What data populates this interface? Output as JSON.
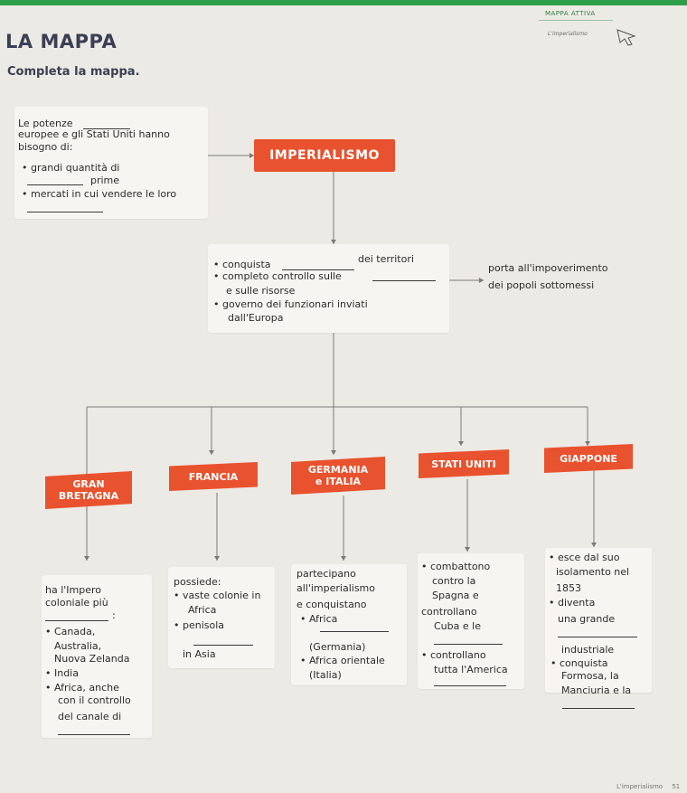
{
  "header": {
    "title": "LA MAPPA",
    "subtitle": "Completa la mappa.",
    "tag": "MAPPA ATTIVA",
    "tag_subtitle": "L'imperialismo"
  },
  "intro_box": {
    "line1": "Le potenze",
    "line2": "europee e gli Stati Uniti hanno",
    "line3": "bisogno di:",
    "bullet1": "• grandi quantità di",
    "bullet1_tail": "prime",
    "bullet2": "• mercati in cui vendere le loro"
  },
  "center": {
    "title": "IMPERIALISMO"
  },
  "mid_box": {
    "l1": "• conquista",
    "l1_tail": "dei territori",
    "l2": "• completo controllo sulle",
    "l3": "e sulle risorse",
    "l4": "• governo dei funzionari inviati",
    "l5": "dall'Europa"
  },
  "consequence": {
    "l1": "porta all'impoverimento",
    "l2": "dei popoli sottomessi"
  },
  "countries": [
    {
      "name1": "GRAN",
      "name2": "BRETAGNA"
    },
    {
      "name1": "FRANCIA",
      "name2": ""
    },
    {
      "name1": "GERMANIA",
      "name2": "e ITALIA"
    },
    {
      "name1": "STATI UNITI",
      "name2": ""
    },
    {
      "name1": "GIAPPONE",
      "name2": ""
    }
  ],
  "gb_box": {
    "l1": "ha l'Impero",
    "l2": "coloniale più",
    "l3": ":",
    "l4": "• Canada,",
    "l5": "Australia,",
    "l6": "Nuova Zelanda",
    "l7": "• India",
    "l8": "• Africa, anche",
    "l9": "con il controllo",
    "l10": "del canale di"
  },
  "fr_box": {
    "l1": "possiede:",
    "l2": "• vaste colonie in",
    "l3": "Africa",
    "l4": "• penisola",
    "l5": "in Asia"
  },
  "de_box": {
    "l1": "partecipano",
    "l2": "all'imperialismo",
    "l3": "e conquistano",
    "l4": "• Africa",
    "l5": "(Germania)",
    "l6": "• Africa orientale",
    "l7": "(Italia)"
  },
  "us_box": {
    "l1": "• combattono",
    "l2": "contro la",
    "l3": "Spagna e",
    "l4": "controllano",
    "l5": "Cuba e le",
    "l6": "• controllano",
    "l7": "tutta l'America"
  },
  "jp_box": {
    "l1": "• esce dal suo",
    "l2": "isolamento nel",
    "l3": "1853",
    "l4": "• diventa",
    "l5": "una grande",
    "l6": "industriale",
    "l7": "• conquista",
    "l8": "Formosa, la",
    "l9": "Manciuria e la"
  },
  "footer": {
    "text": "L'imperialismo",
    "page": "51"
  },
  "colors": {
    "accent": "#e8522e",
    "title": "#3a3f55",
    "brand_green": "#2f9e4a"
  }
}
